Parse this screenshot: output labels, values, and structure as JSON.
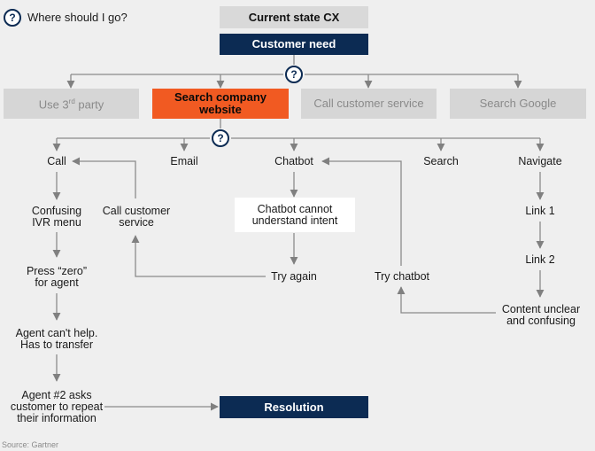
{
  "header": {
    "help_label": "Where should I go?",
    "q_symbol": "?"
  },
  "nodes": {
    "current_state": "Current state CX",
    "customer_need": "Customer need",
    "use_third_party_prefix": "Use 3",
    "use_third_party_sup": "rd",
    "use_third_party_suffix": " party",
    "search_company_website": "Search company website",
    "call_customer_service_top": "Call customer service",
    "search_google": "Search Google",
    "call": "Call",
    "email": "Email",
    "chatbot": "Chatbot",
    "search": "Search",
    "navigate": "Navigate",
    "confusing_ivr": "Confusing IVR menu",
    "call_customer_service": "Call customer service",
    "chatbot_cannot": "Chatbot cannot understand intent",
    "link1": "Link 1",
    "link2": "Link 2",
    "press_zero": "Press “zero” for agent",
    "try_again": "Try again",
    "try_chatbot": "Try chatbot",
    "content_unclear": "Content unclear and confusing",
    "agent_cant_help": "Agent can't help. Has to transfer",
    "agent2": "Agent #2 asks customer to repeat their information",
    "resolution": "Resolution"
  },
  "footer": {
    "source": "Source: Gartner"
  },
  "colors": {
    "navy": "#0c2b53",
    "orange": "#f15a22",
    "light_gray_box": "#d6d6d6",
    "line": "#808080"
  }
}
